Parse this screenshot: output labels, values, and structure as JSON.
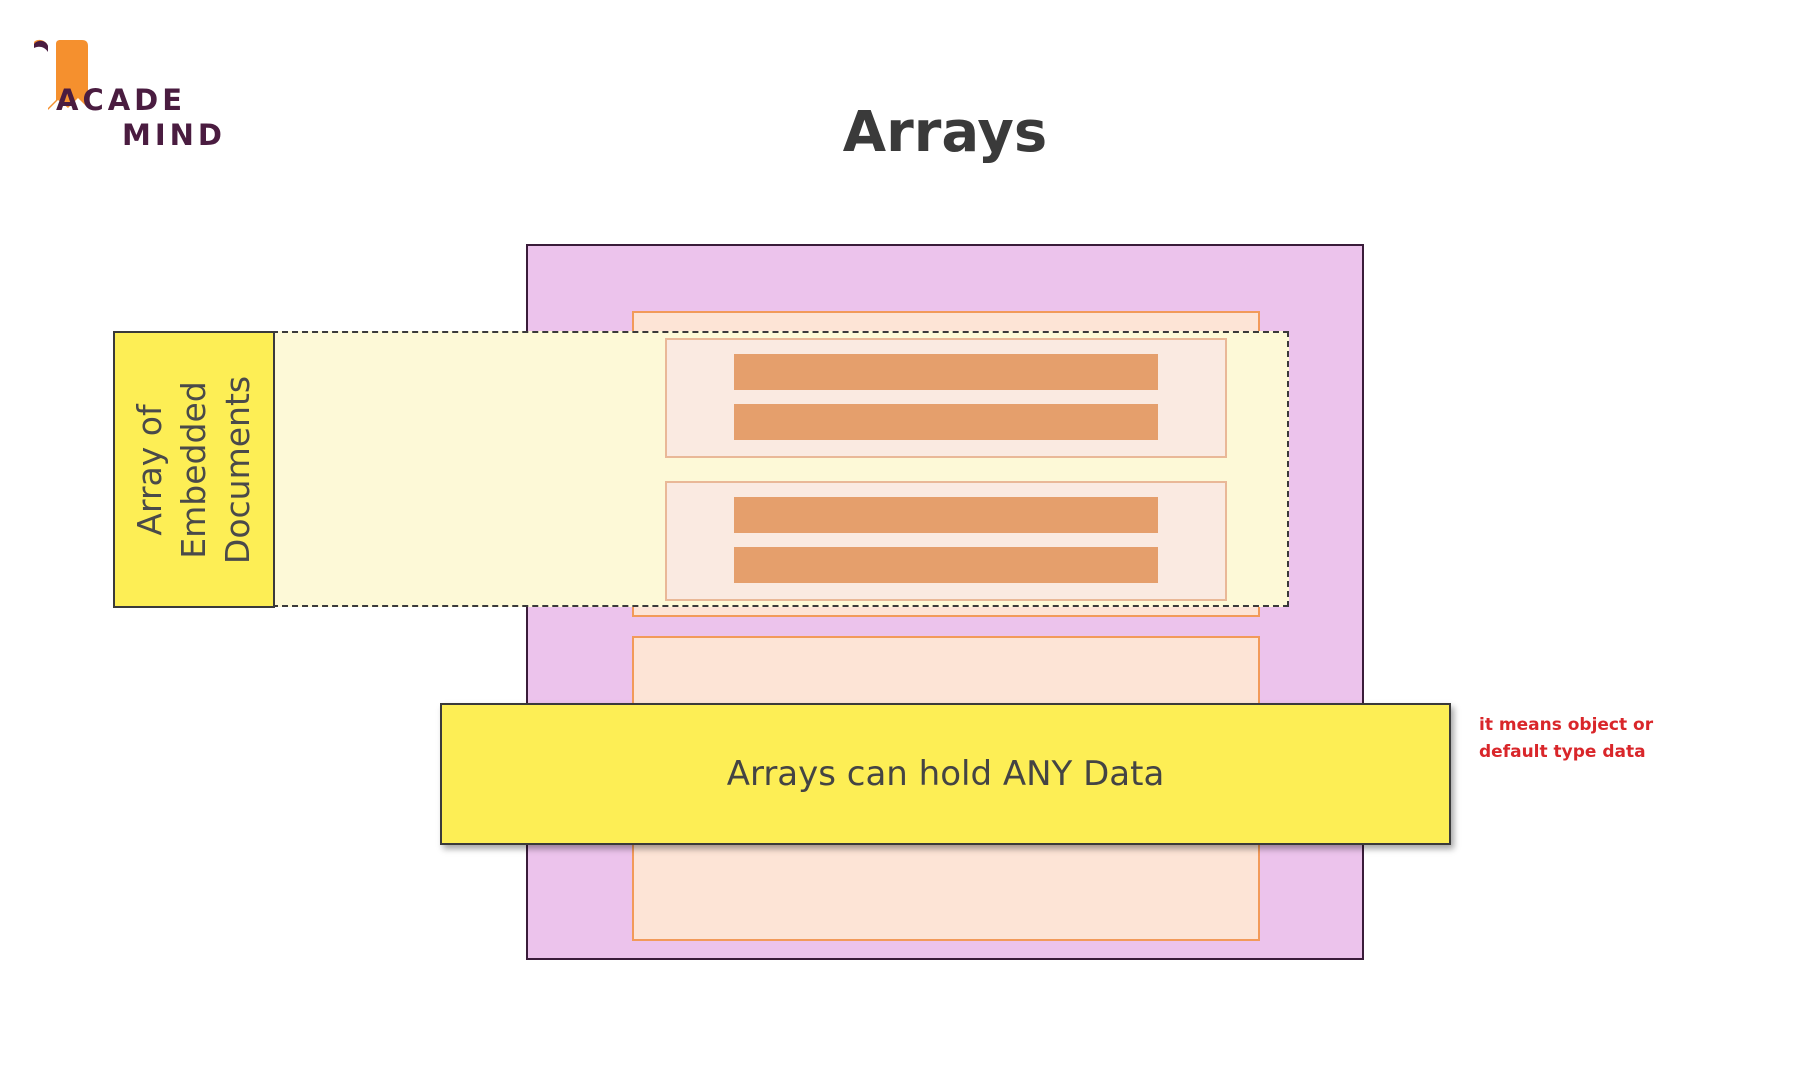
{
  "logo": {
    "line1": "ACADE",
    "line2": "MIND",
    "colors": {
      "mark": "#f5902e",
      "text": "#4a1c40"
    }
  },
  "title": "Arrays",
  "diagram": {
    "array_label": "Array of\nEmbedded\nDocuments",
    "any_data_label": "Arrays can hold ANY Data",
    "colors": {
      "outer_document": "#ecc3ec",
      "field_box": "#fde4d6",
      "array_highlight": "#fdf9d7",
      "embedded_document": "#faeae1",
      "field_bar": "#e59f6c",
      "yellow_label": "#fdee55"
    }
  },
  "note": {
    "line1": "it means object or",
    "line2": "default type data",
    "color": "#d9262a"
  }
}
